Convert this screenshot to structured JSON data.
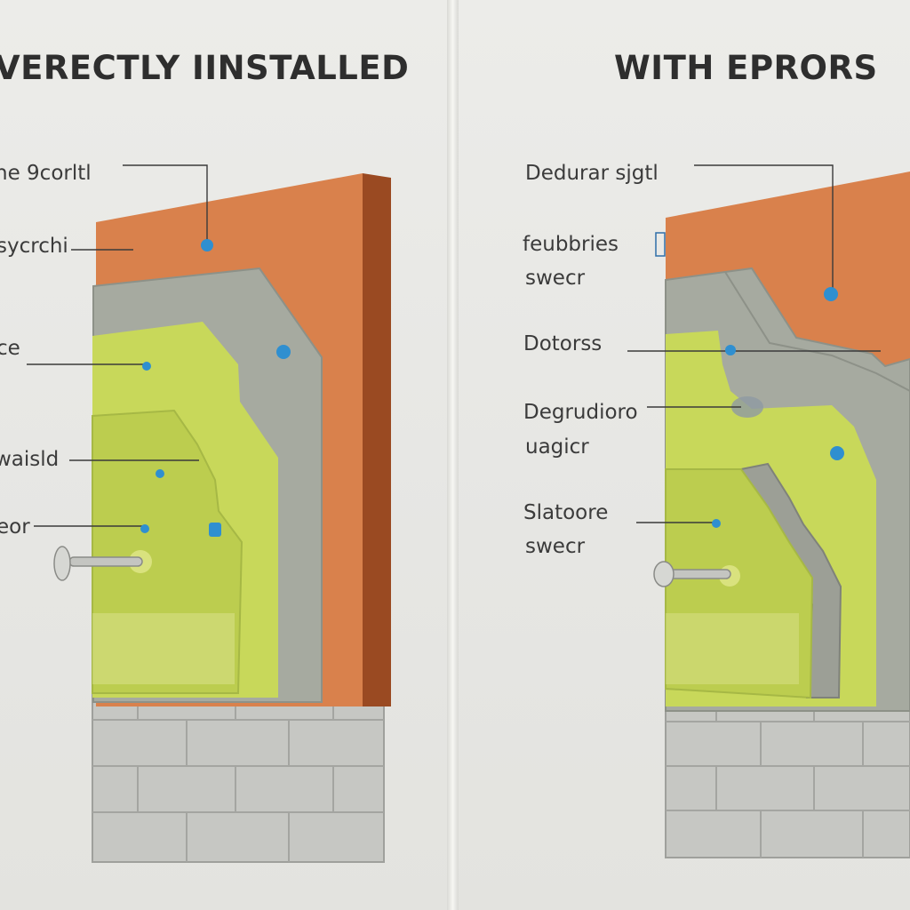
{
  "left_panel": {
    "title": "VERECTLY IINSTALLED",
    "labels": [
      "ne 9corltl",
      "sycrchi",
      "ce",
      "waisld",
      "eor"
    ]
  },
  "right_panel": {
    "title": "WITH EPRORS",
    "labels": [
      "Dedurar sjgtl",
      "feubbries",
      "swecr",
      "Dotorss",
      "Degrudioro",
      "uagicr",
      "Slatoore",
      "swecr"
    ]
  },
  "colors": {
    "background": "#e9e9e6",
    "orange_layer": "#d9814c",
    "gray_layer": "#a4a89e",
    "green_layer": "#c6d656",
    "brick": "#c3c4c0",
    "leader_dot": "#2f8fd0"
  }
}
